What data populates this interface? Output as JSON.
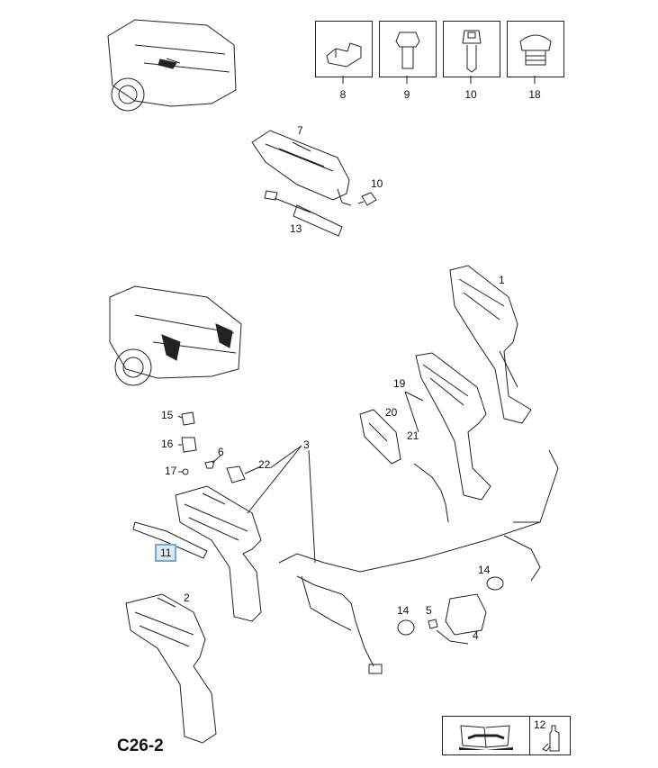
{
  "diagram_code": "C26-2",
  "small_parts": [
    {
      "number": "8",
      "icon": "clip-icon"
    },
    {
      "number": "9",
      "icon": "hex-bolt-icon"
    },
    {
      "number": "10",
      "icon": "socket-bolt-icon"
    },
    {
      "number": "18",
      "icon": "plug-icon"
    }
  ],
  "callouts": {
    "c7": "7",
    "c10": "10",
    "c13": "13",
    "c1": "1",
    "c19": "19",
    "c20": "20",
    "c21": "21",
    "c3": "3",
    "c22": "22",
    "c15": "15",
    "c16": "16",
    "c6": "6",
    "c17": "17",
    "c11": "11",
    "c2": "2",
    "c14a": "14",
    "c14b": "14",
    "c5": "5",
    "c4": "4"
  },
  "legend": {
    "manual_icon": "repair-manual-icon",
    "adhesive_number": "12",
    "adhesive_icon": "adhesive-bottle-icon"
  },
  "colors": {
    "highlight_border": "#7aa7d6",
    "highlight_fill": "#dde9f6"
  }
}
